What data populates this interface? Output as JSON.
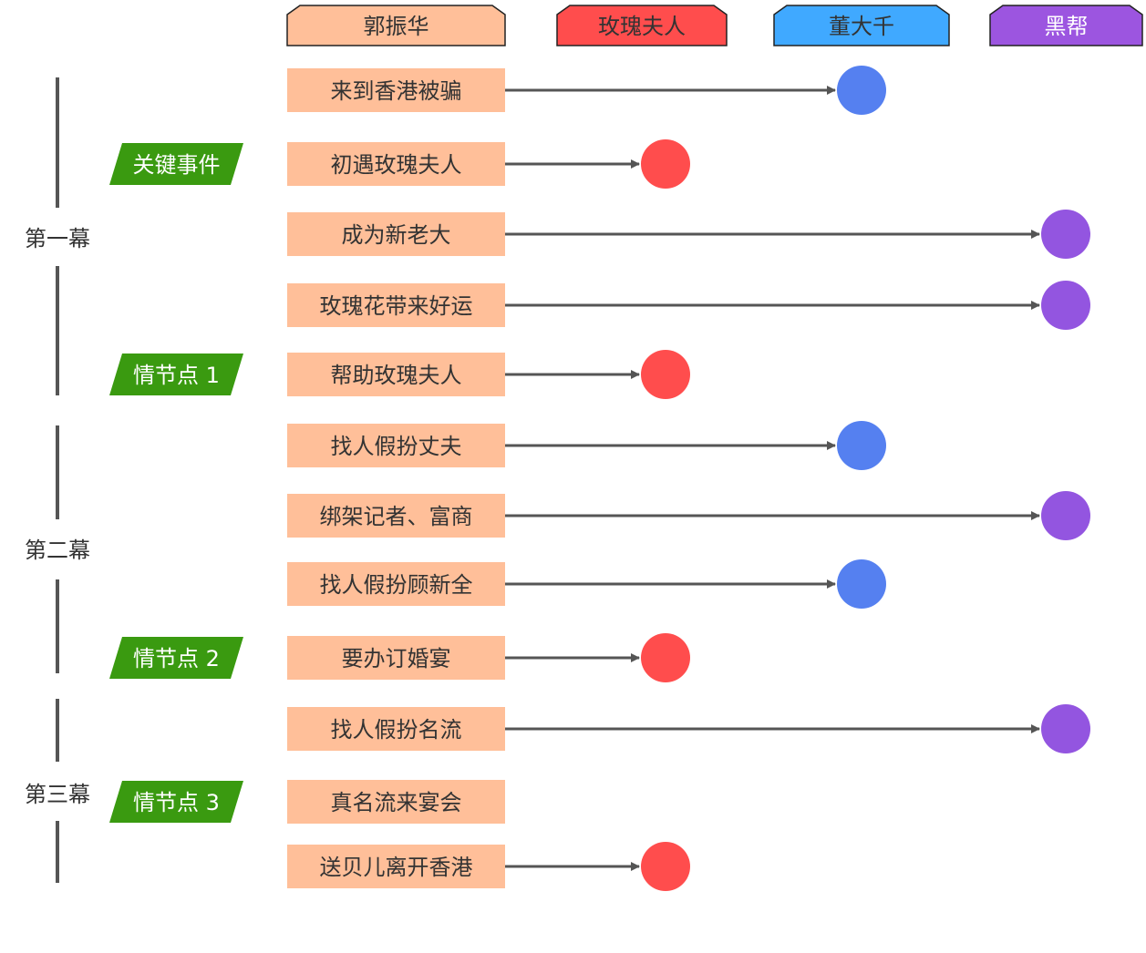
{
  "characters": [
    {
      "name": "郭振华",
      "color": "#ffbf99",
      "text_color": "#333333"
    },
    {
      "name": "玫瑰夫人",
      "color": "#ff4d4d",
      "text_color": "#333333"
    },
    {
      "name": "董大千",
      "color": "#40a9ff",
      "text_color": "#333333"
    },
    {
      "name": "黑帮",
      "color": "#9c55e0",
      "text_color": "#ffffff"
    }
  ],
  "dot_colors": [
    "#ff4d4d",
    "#5580f0",
    "#9355e0"
  ],
  "event_box_color": "#ffbf99",
  "tag_color": "#3a9a10",
  "acts": [
    {
      "label": "第一幕"
    },
    {
      "label": "第二幕"
    },
    {
      "label": "第三幕"
    }
  ],
  "tags": [
    {
      "label": "关键事件"
    },
    {
      "label": "情节点 1"
    },
    {
      "label": "情节点 2"
    },
    {
      "label": "情节点 3"
    }
  ],
  "events": [
    {
      "label": "来到香港被骗",
      "target": "董大千"
    },
    {
      "label": "初遇玫瑰夫人",
      "target": "玫瑰夫人"
    },
    {
      "label": "成为新老大",
      "target": "黑帮"
    },
    {
      "label": "玫瑰花带来好运",
      "target": "黑帮"
    },
    {
      "label": "帮助玫瑰夫人",
      "target": "玫瑰夫人"
    },
    {
      "label": "找人假扮丈夫",
      "target": "董大千"
    },
    {
      "label": "绑架记者、富商",
      "target": "黑帮"
    },
    {
      "label": "找人假扮顾新全",
      "target": "董大千"
    },
    {
      "label": "要办订婚宴",
      "target": "玫瑰夫人"
    },
    {
      "label": "找人假扮名流",
      "target": "黑帮"
    },
    {
      "label": "真名流来宴会",
      "target": null
    },
    {
      "label": "送贝儿离开香港",
      "target": "玫瑰夫人"
    }
  ]
}
